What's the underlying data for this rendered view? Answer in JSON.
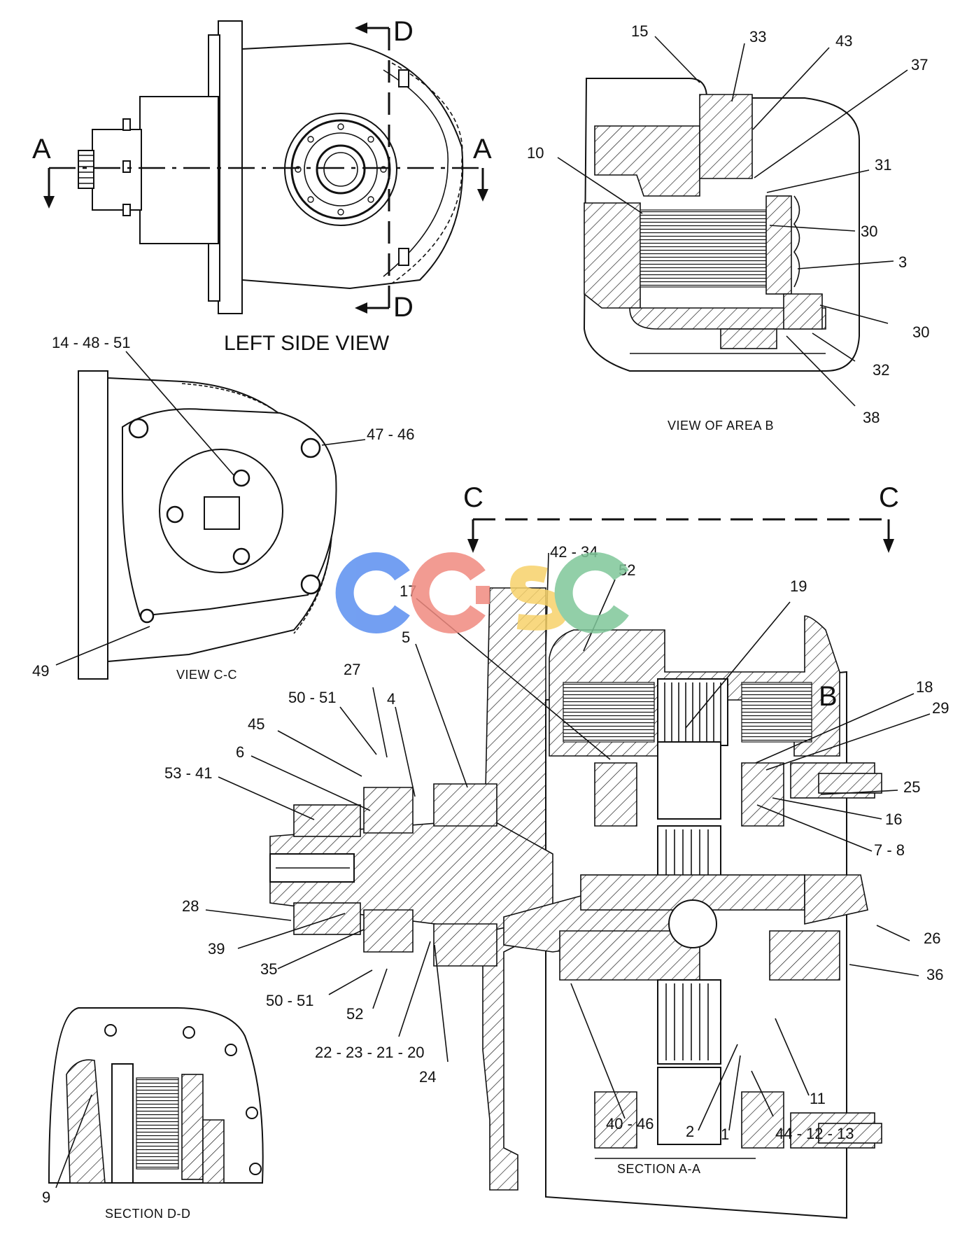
{
  "colors": {
    "line": "#111111",
    "background": "#ffffff",
    "watermark_blue": "#5b8ff0",
    "watermark_red": "#f08a80",
    "watermark_yellow": "#f7d26a",
    "watermark_green": "#7fc79a"
  },
  "watermark": "CGSC",
  "views": {
    "left_side_view": {
      "title": "LEFT SIDE VIEW",
      "section_marks": [
        "A",
        "A",
        "D",
        "D"
      ]
    },
    "view_c_c": {
      "title": "VIEW C-C"
    },
    "view_area_b": {
      "title": "VIEW OF AREA B"
    },
    "section_a_a": {
      "title": "SECTION A-A",
      "cut_marks": [
        "C",
        "C"
      ],
      "area_mark": "B"
    },
    "section_d_d": {
      "title": "SECTION D-D"
    }
  },
  "callouts": {
    "c_14_48_51": "14 - 48 - 51",
    "c_47_46": "47 - 46",
    "c_49": "49",
    "c_15": "15",
    "c_33": "33",
    "c_43": "43",
    "c_37": "37",
    "c_10": "10",
    "c_31": "31",
    "c_30a": "30",
    "c_3": "3",
    "c_30b": "30",
    "c_32": "32",
    "c_38": "38",
    "c_42_34": "42 - 34",
    "c_52a": "52",
    "c_19": "19",
    "c_17": "17",
    "c_5": "5",
    "c_27": "27",
    "c_50_51a": "50 - 51",
    "c_4": "4",
    "c_45": "45",
    "c_6": "6",
    "c_53_41": "53 - 41",
    "c_18": "18",
    "c_29": "29",
    "c_25": "25",
    "c_16": "16",
    "c_7_8": "7 - 8",
    "c_28": "28",
    "c_39": "39",
    "c_35": "35",
    "c_26": "26",
    "c_36": "36",
    "c_50_51b": "50 - 51",
    "c_52b": "52",
    "c_22_23_21_20": "22 - 23 - 21 - 20",
    "c_24": "24",
    "c_40_46": "40 - 46",
    "c_11": "11",
    "c_2": "2",
    "c_1": "1",
    "c_44_12_13": "44 - 12 - 13",
    "c_9": "9"
  }
}
